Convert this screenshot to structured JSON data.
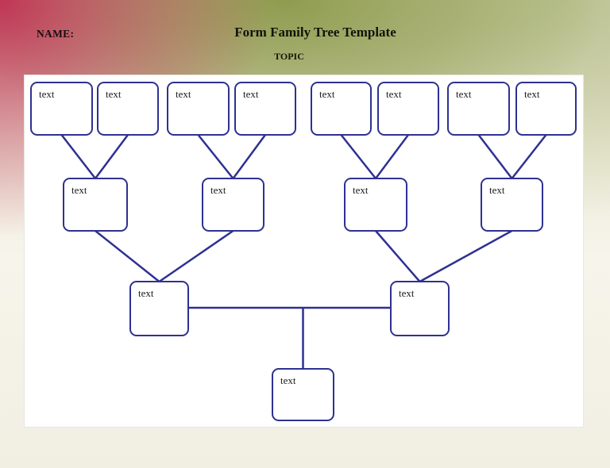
{
  "header": {
    "name_label": "NAME:",
    "title": "Form Family Tree Template",
    "subtitle": "TOPIC"
  },
  "colors": {
    "box_border": "#2e3191",
    "connector_line": "#2e3191",
    "panel_background": "#ffffff",
    "accent_top_left": "#bf2f51",
    "accent_top_center": "#8b9948",
    "accent_top_right": "#b7c08a"
  },
  "tree": {
    "nodes": [
      {
        "id": "gg1",
        "generation": "great-grandparent",
        "label": "text"
      },
      {
        "id": "gg2",
        "generation": "great-grandparent",
        "label": "text"
      },
      {
        "id": "gg3",
        "generation": "great-grandparent",
        "label": "text"
      },
      {
        "id": "gg4",
        "generation": "great-grandparent",
        "label": "text"
      },
      {
        "id": "gg5",
        "generation": "great-grandparent",
        "label": "text"
      },
      {
        "id": "gg6",
        "generation": "great-grandparent",
        "label": "text"
      },
      {
        "id": "gg7",
        "generation": "great-grandparent",
        "label": "text"
      },
      {
        "id": "gg8",
        "generation": "great-grandparent",
        "label": "text"
      },
      {
        "id": "gp1",
        "generation": "grandparent",
        "label": "text"
      },
      {
        "id": "gp2",
        "generation": "grandparent",
        "label": "text"
      },
      {
        "id": "gp3",
        "generation": "grandparent",
        "label": "text"
      },
      {
        "id": "gp4",
        "generation": "grandparent",
        "label": "text"
      },
      {
        "id": "p1",
        "generation": "parent",
        "label": "text"
      },
      {
        "id": "p2",
        "generation": "parent",
        "label": "text"
      },
      {
        "id": "c1",
        "generation": "child",
        "label": "text"
      }
    ],
    "edges": [
      {
        "from": "gg1",
        "to": "gp1"
      },
      {
        "from": "gg2",
        "to": "gp1"
      },
      {
        "from": "gg3",
        "to": "gp2"
      },
      {
        "from": "gg4",
        "to": "gp2"
      },
      {
        "from": "gg5",
        "to": "gp3"
      },
      {
        "from": "gg6",
        "to": "gp3"
      },
      {
        "from": "gg7",
        "to": "gp4"
      },
      {
        "from": "gg8",
        "to": "gp4"
      },
      {
        "from": "gp1",
        "to": "p1"
      },
      {
        "from": "gp2",
        "to": "p1"
      },
      {
        "from": "gp3",
        "to": "p2"
      },
      {
        "from": "gp4",
        "to": "p2"
      },
      {
        "from": "p1",
        "to": "p2",
        "type": "couple"
      },
      {
        "from": "p1+p2",
        "to": "c1",
        "type": "child-drop"
      }
    ]
  }
}
